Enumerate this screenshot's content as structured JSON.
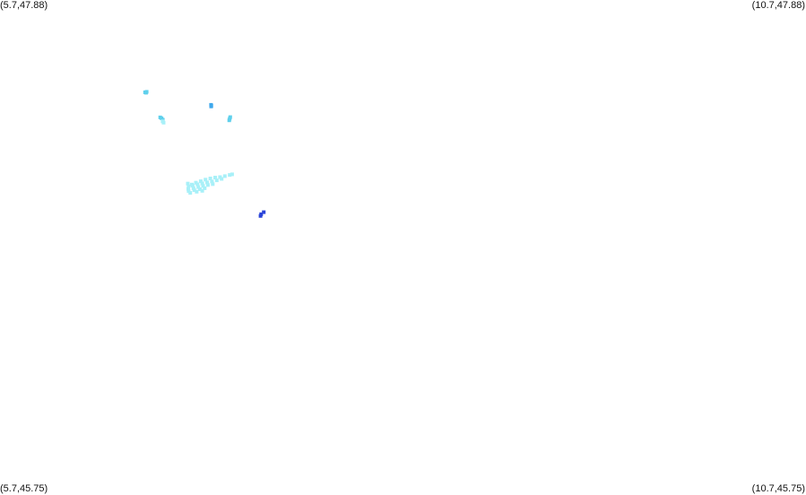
{
  "corners": {
    "top_left": "(5.7,47.88)",
    "top_right": "(10.7,47.88)",
    "bottom_left": "(5.7,45.75)",
    "bottom_right": "(10.7,45.75)"
  },
  "bounds": {
    "lon_min": 5.7,
    "lon_max": 10.7,
    "lat_min": 45.75,
    "lat_max": 47.88
  },
  "colors": {
    "light_cyan": "#a8f0f8",
    "cyan": "#5fd0ec",
    "sky_blue": "#3fa8ec",
    "blue": "#2a44d8"
  },
  "clusters": [
    {
      "id": "cluster-1",
      "color_key": "cyan",
      "points": [
        [
          6.6,
          47.483
        ],
        [
          6.61,
          47.485
        ],
        [
          6.606,
          47.481
        ]
      ]
    },
    {
      "id": "cluster-2",
      "color_key": "sky_blue",
      "points": [
        [
          7.009,
          47.429
        ],
        [
          7.01,
          47.422
        ],
        [
          7.011,
          47.425
        ]
      ]
    },
    {
      "id": "cluster-3",
      "color_key": "cyan",
      "points": [
        [
          6.694,
          47.375
        ],
        [
          6.702,
          47.371
        ],
        [
          6.71,
          47.365
        ]
      ]
    },
    {
      "id": "cluster-4",
      "color_key": "light_cyan",
      "points": [
        [
          6.709,
          47.358
        ],
        [
          6.715,
          47.352
        ]
      ]
    },
    {
      "id": "cluster-5",
      "color_key": "cyan",
      "points": [
        [
          7.128,
          47.376
        ],
        [
          7.125,
          47.369
        ],
        [
          7.122,
          47.362
        ]
      ]
    },
    {
      "id": "cluster-6",
      "color_key": "light_cyan",
      "points": [
        [
          6.865,
          47.09
        ],
        [
          6.89,
          47.086
        ],
        [
          6.915,
          47.094
        ],
        [
          6.945,
          47.1
        ],
        [
          6.975,
          47.107
        ],
        [
          7.005,
          47.112
        ],
        [
          7.035,
          47.116
        ],
        [
          7.065,
          47.118
        ],
        [
          7.095,
          47.122
        ],
        [
          7.125,
          47.127
        ],
        [
          7.14,
          47.13
        ],
        [
          6.87,
          47.078
        ],
        [
          6.895,
          47.081
        ],
        [
          6.925,
          47.087
        ],
        [
          6.955,
          47.091
        ],
        [
          6.985,
          47.095
        ],
        [
          7.015,
          47.099
        ],
        [
          7.045,
          47.104
        ],
        [
          7.075,
          47.11
        ],
        [
          6.868,
          47.067
        ],
        [
          6.9,
          47.07
        ],
        [
          6.93,
          47.075
        ],
        [
          6.96,
          47.08
        ],
        [
          6.99,
          47.084
        ],
        [
          7.02,
          47.088
        ],
        [
          6.87,
          47.058
        ],
        [
          6.905,
          47.062
        ],
        [
          6.94,
          47.066
        ],
        [
          6.97,
          47.07
        ],
        [
          6.88,
          47.05
        ],
        [
          6.92,
          47.055
        ],
        [
          6.955,
          47.059
        ]
      ]
    },
    {
      "id": "cluster-7",
      "color_key": "blue",
      "points": [
        [
          7.336,
          46.967
        ],
        [
          7.32,
          46.958
        ],
        [
          7.316,
          46.951
        ]
      ]
    }
  ]
}
